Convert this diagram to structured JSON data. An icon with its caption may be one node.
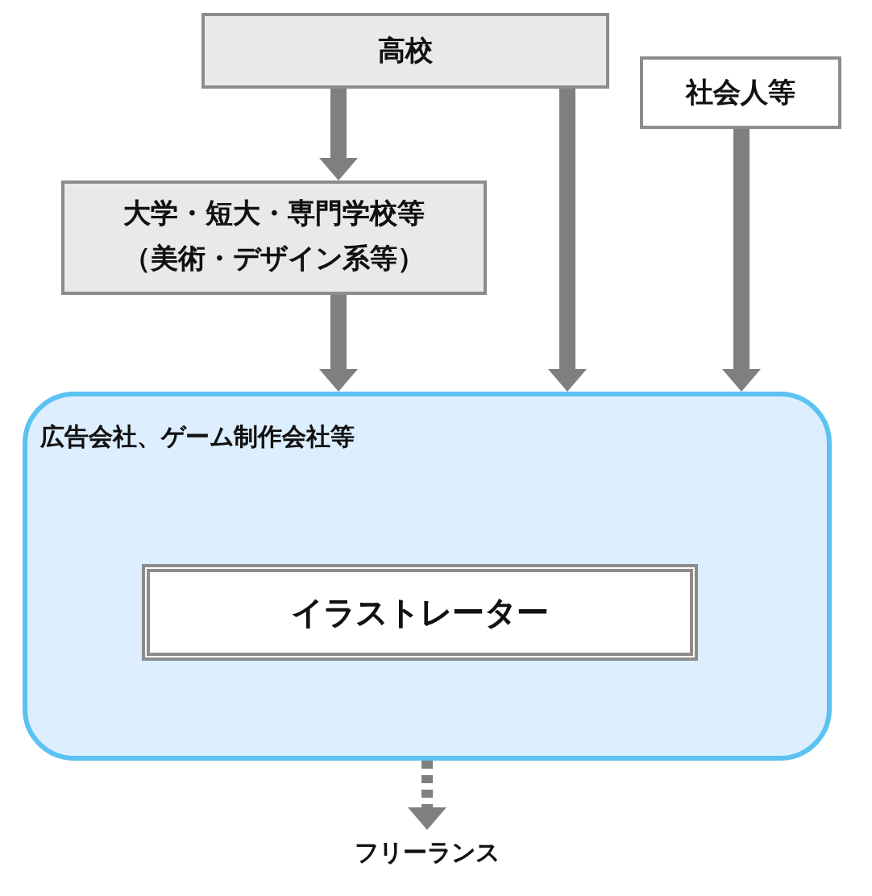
{
  "diagram": {
    "nodes": [
      {
        "text": [
          "高校"
        ]
      },
      {
        "text": [
          "社会人等"
        ]
      },
      {
        "text": [
          "大学・短大・専門学校等（美術・デザイン系等）"
        ]
      },
      {
        "text": [
          "広告会社、ゲーム制作会社等"
        ]
      },
      {
        "text": [
          "イラストレーター"
        ],
        "in": 3
      },
      {
        "text": [
          "フリーランス"
        ]
      }
    ],
    "edges": [
      {
        "from": 0,
        "to": 2,
        "arrow": "to"
      },
      {
        "from": 2,
        "to": 3,
        "arrow": "to"
      },
      {
        "from": 0,
        "to": 3,
        "arrow": "to"
      },
      {
        "from": 1,
        "to": 3,
        "arrow": "to"
      },
      {
        "from": 3,
        "to": 5,
        "arrow": "to",
        "style": "dashed"
      }
    ]
  }
}
